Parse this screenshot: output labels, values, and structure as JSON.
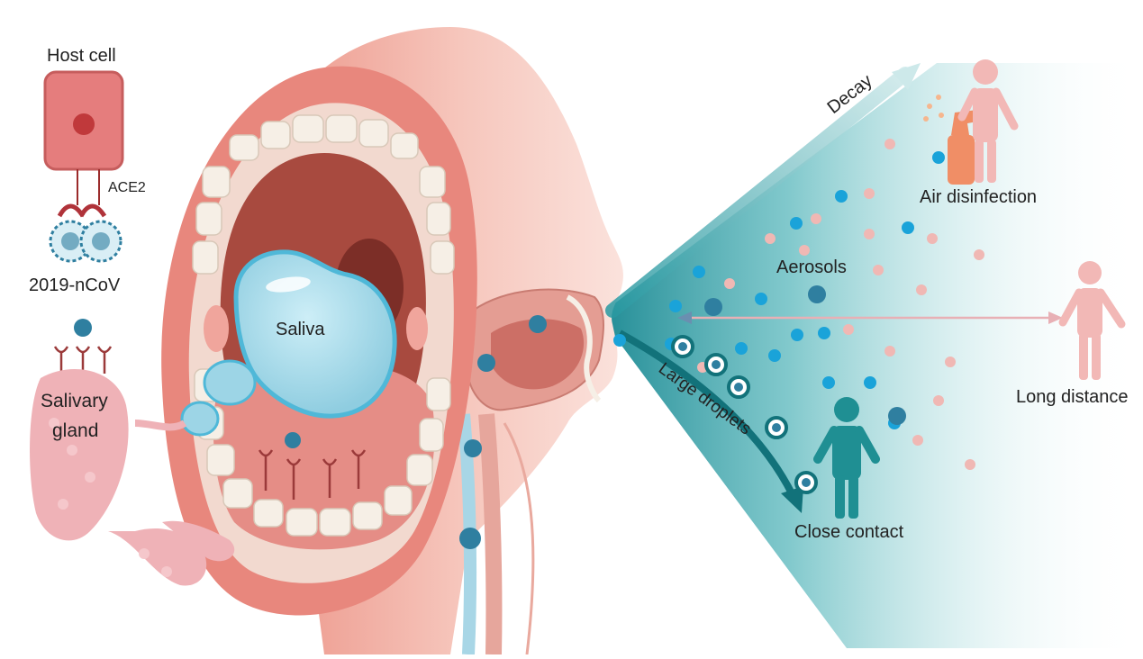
{
  "labels": {
    "host_cell": "Host cell",
    "ace2": "ACE2",
    "virus_name": "2019-nCoV",
    "salivary_gland_line1": "Salivary",
    "salivary_gland_line2": "gland",
    "saliva": "Saliva",
    "decay": "Decay",
    "air_disinfection": "Air disinfection",
    "aerosols": "Aerosols",
    "long_distance": "Long distance",
    "large_droplets": "Large droplets",
    "close_contact": "Close contact"
  },
  "colors": {
    "skin": "#f2b5a8",
    "lip": "#e8877d",
    "teeth": "#f6efe6",
    "mouth_inner": "#a84a3f",
    "tongue": "#e58d86",
    "saliva": "#a9dbea",
    "teal": "#1b8e96",
    "aerosol_blue": "#1aa3d9",
    "aerosol_pink": "#f0b8b4",
    "person_pink": "#f2b8b6",
    "person_teal": "#1f8f93",
    "virus": "#2f7fa0",
    "gland": "#efb2b7"
  }
}
